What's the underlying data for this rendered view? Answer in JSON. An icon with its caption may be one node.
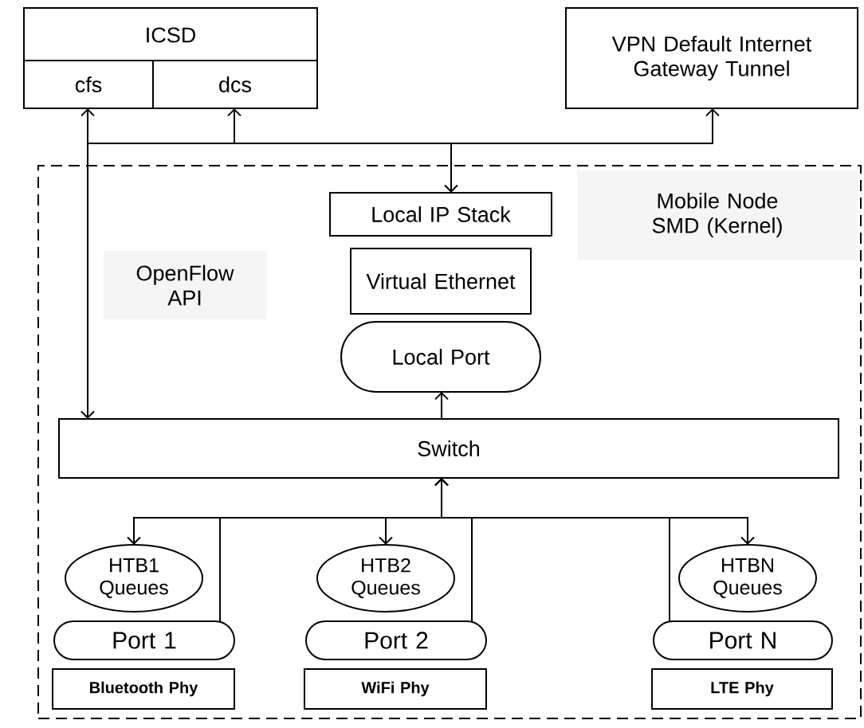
{
  "diagram": {
    "nodes": [
      {
        "text": [
          "ICSD"
        ]
      },
      {
        "text": [
          "cfs"
        ],
        "in": 0
      },
      {
        "text": [
          "dcs"
        ],
        "in": 0
      },
      {
        "text": [
          "VPN Default Internet Gateway Tunnel"
        ]
      },
      {
        "text": [
          "Mobile Node SMD (Kernel)"
        ]
      },
      {
        "text": [
          "Local IP Stack"
        ],
        "in": 4
      },
      {
        "text": [
          "Virtual Ethernet"
        ],
        "in": 4
      },
      {
        "text": [
          "Local Port"
        ],
        "in": 4
      },
      {
        "text": [
          "Switch"
        ],
        "in": 4
      },
      {
        "text": [
          "HTB1 Queues"
        ],
        "in": 4
      },
      {
        "text": [
          "Port 1"
        ],
        "in": 4
      },
      {
        "text": [
          "Bluetooth Phy"
        ],
        "in": 4
      },
      {
        "text": [
          "HTB2 Queues"
        ],
        "in": 4
      },
      {
        "text": [
          "Port 2"
        ],
        "in": 4
      },
      {
        "text": [
          "WiFi Phy"
        ],
        "in": 4
      },
      {
        "text": [
          "HTBN Queues"
        ],
        "in": 4
      },
      {
        "text": [
          "Port N"
        ],
        "in": 4
      },
      {
        "text": [
          "LTE Phy"
        ],
        "in": 4
      }
    ],
    "edges": [
      {
        "from": 8,
        "to": 1,
        "arrow": "both"
      },
      {
        "from": 8,
        "to": 2,
        "arrow": "to"
      },
      {
        "from": 8,
        "to": 3,
        "arrow": "to"
      },
      {
        "from": 8,
        "to": 5,
        "arrow": "to"
      },
      {
        "from": 8,
        "to": 7,
        "arrow": "to"
      },
      {
        "from": 8,
        "to": 9,
        "arrow": "to"
      },
      {
        "from": 8,
        "to": 12,
        "arrow": "to"
      },
      {
        "from": 8,
        "to": 15,
        "arrow": "to"
      },
      {
        "from": 10,
        "to": 8,
        "arrow": "to"
      },
      {
        "from": 13,
        "to": 8,
        "arrow": "to"
      },
      {
        "from": 16,
        "to": 8,
        "arrow": "to"
      }
    ],
    "labels": [
      "OpenFlow API"
    ]
  }
}
